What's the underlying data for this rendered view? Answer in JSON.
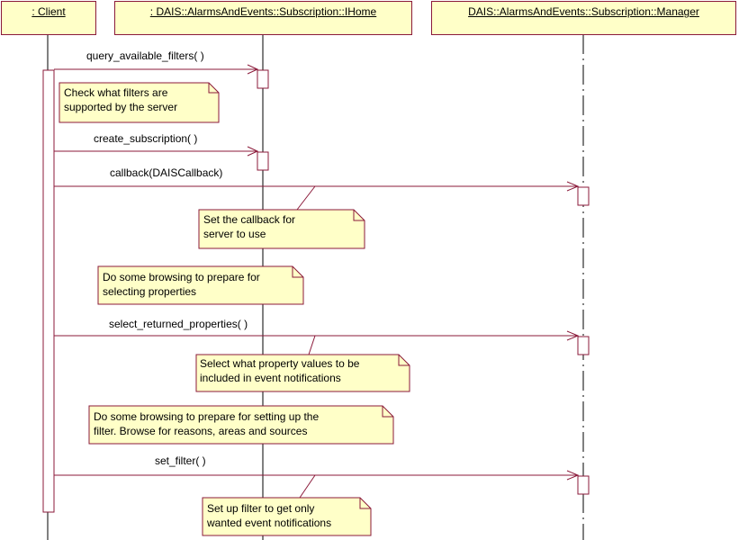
{
  "participants": [
    {
      "label": ": Client"
    },
    {
      "label": ": DAIS::AlarmsAndEvents::Subscription::IHome"
    },
    {
      "label": "DAIS::AlarmsAndEvents::Subscription::Manager"
    }
  ],
  "messages": [
    {
      "label": "query_available_filters( )"
    },
    {
      "label": "create_subscription( )"
    },
    {
      "label": "callback(DAISCallback)"
    },
    {
      "label": "select_returned_properties( )"
    },
    {
      "label": "set_filter( )"
    }
  ],
  "notes": [
    {
      "line1": "Check what filters are",
      "line2": "supported by the server"
    },
    {
      "line1": "Set the callback for",
      "line2": "server to use"
    },
    {
      "line1": "Do some browsing to prepare for",
      "line2": "selecting properties"
    },
    {
      "line1": "Select what property values to be",
      "line2": "included in event notifications"
    },
    {
      "line1": "Do some browsing to prepare for setting up the",
      "line2": "filter. Browse for reasons, areas and sources"
    },
    {
      "line1": "Set up filter to get only",
      "line2": "wanted event notifications"
    }
  ],
  "colors": {
    "line": "#8b1a3a",
    "fill": "#ffffc8"
  }
}
